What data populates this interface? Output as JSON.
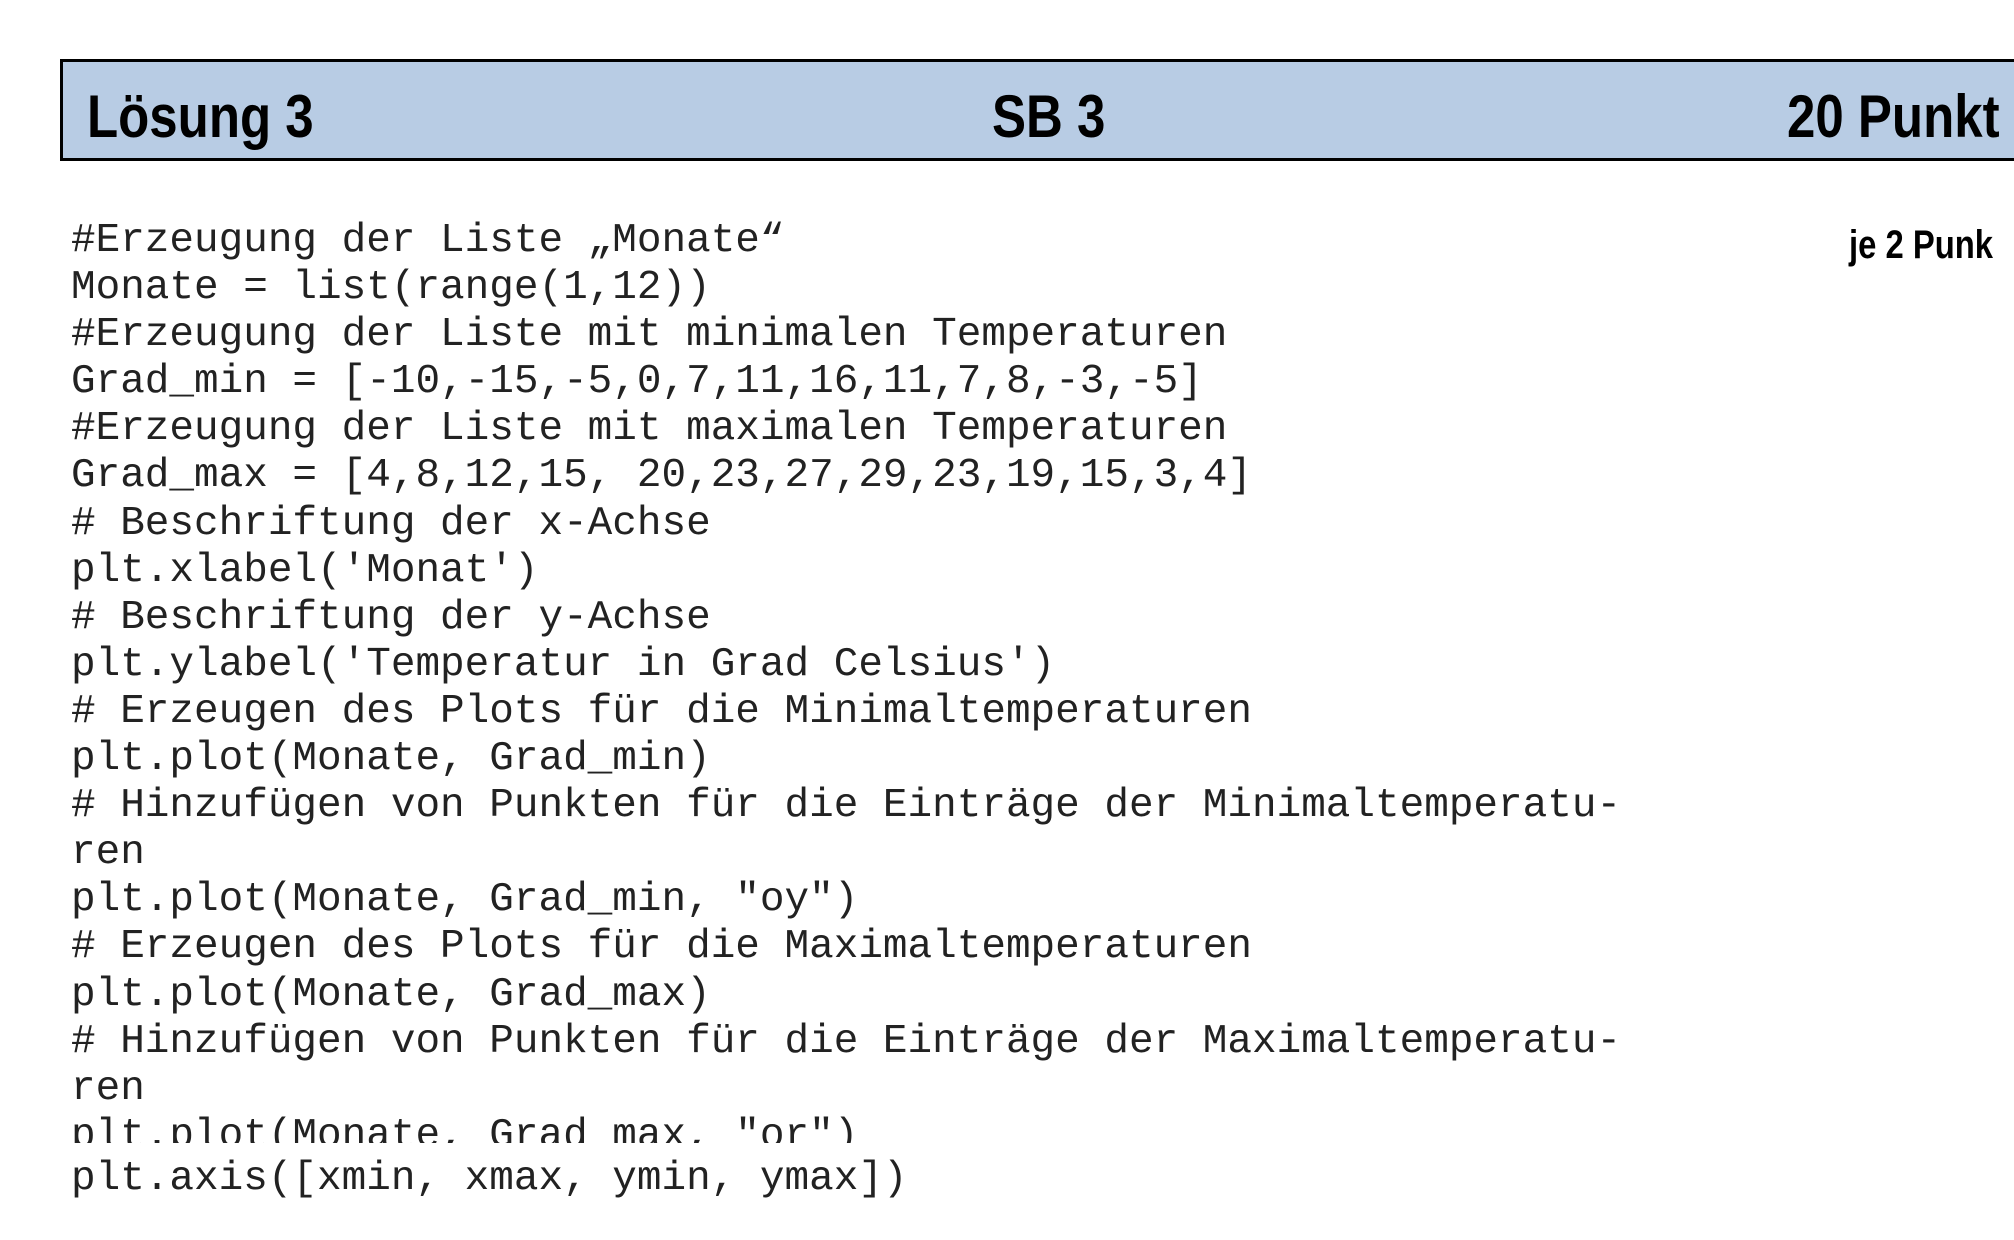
{
  "header": {
    "title": "Lösung 3",
    "center": "SB 3",
    "right": "20 Punkt"
  },
  "points_note": "je 2 Punk",
  "code_lines": [
    "#Erzeugung der Liste „Monate“",
    "Monate = list(range(1,12))",
    "#Erzeugung der Liste mit minimalen Temperaturen",
    "Grad_min = [-10,-15,-5,0,7,11,16,11,7,8,-3,-5]",
    "#Erzeugung der Liste mit maximalen Temperaturen",
    "Grad_max = [4,8,12,15, 20,23,27,29,23,19,15,3,4]",
    "# Beschriftung der x-Achse",
    "plt.xlabel('Monat')",
    "# Beschriftung der y-Achse",
    "plt.ylabel('Temperatur in Grad Celsius')",
    "# Erzeugen des Plots für die Minimaltemperaturen",
    "plt.plot(Monate, Grad_min)",
    "# Hinzufügen von Punkten für die Einträge der Minimaltemperatu-",
    "ren",
    "plt.plot(Monate, Grad_min, \"oy\")",
    "# Erzeugen des Plots für die Maximaltemperaturen",
    "plt.plot(Monate, Grad_max)",
    "# Hinzufügen von Punkten für die Einträge der Maximaltemperatu-",
    "ren",
    "plt.plot(Monate, Grad_max, \"or\")"
  ],
  "code_last_line": "plt.axis([xmin, xmax, ymin, ymax])",
  "colors": {
    "header_background": "#b8cce4",
    "header_border": "#000000",
    "code_text": "#222222"
  }
}
